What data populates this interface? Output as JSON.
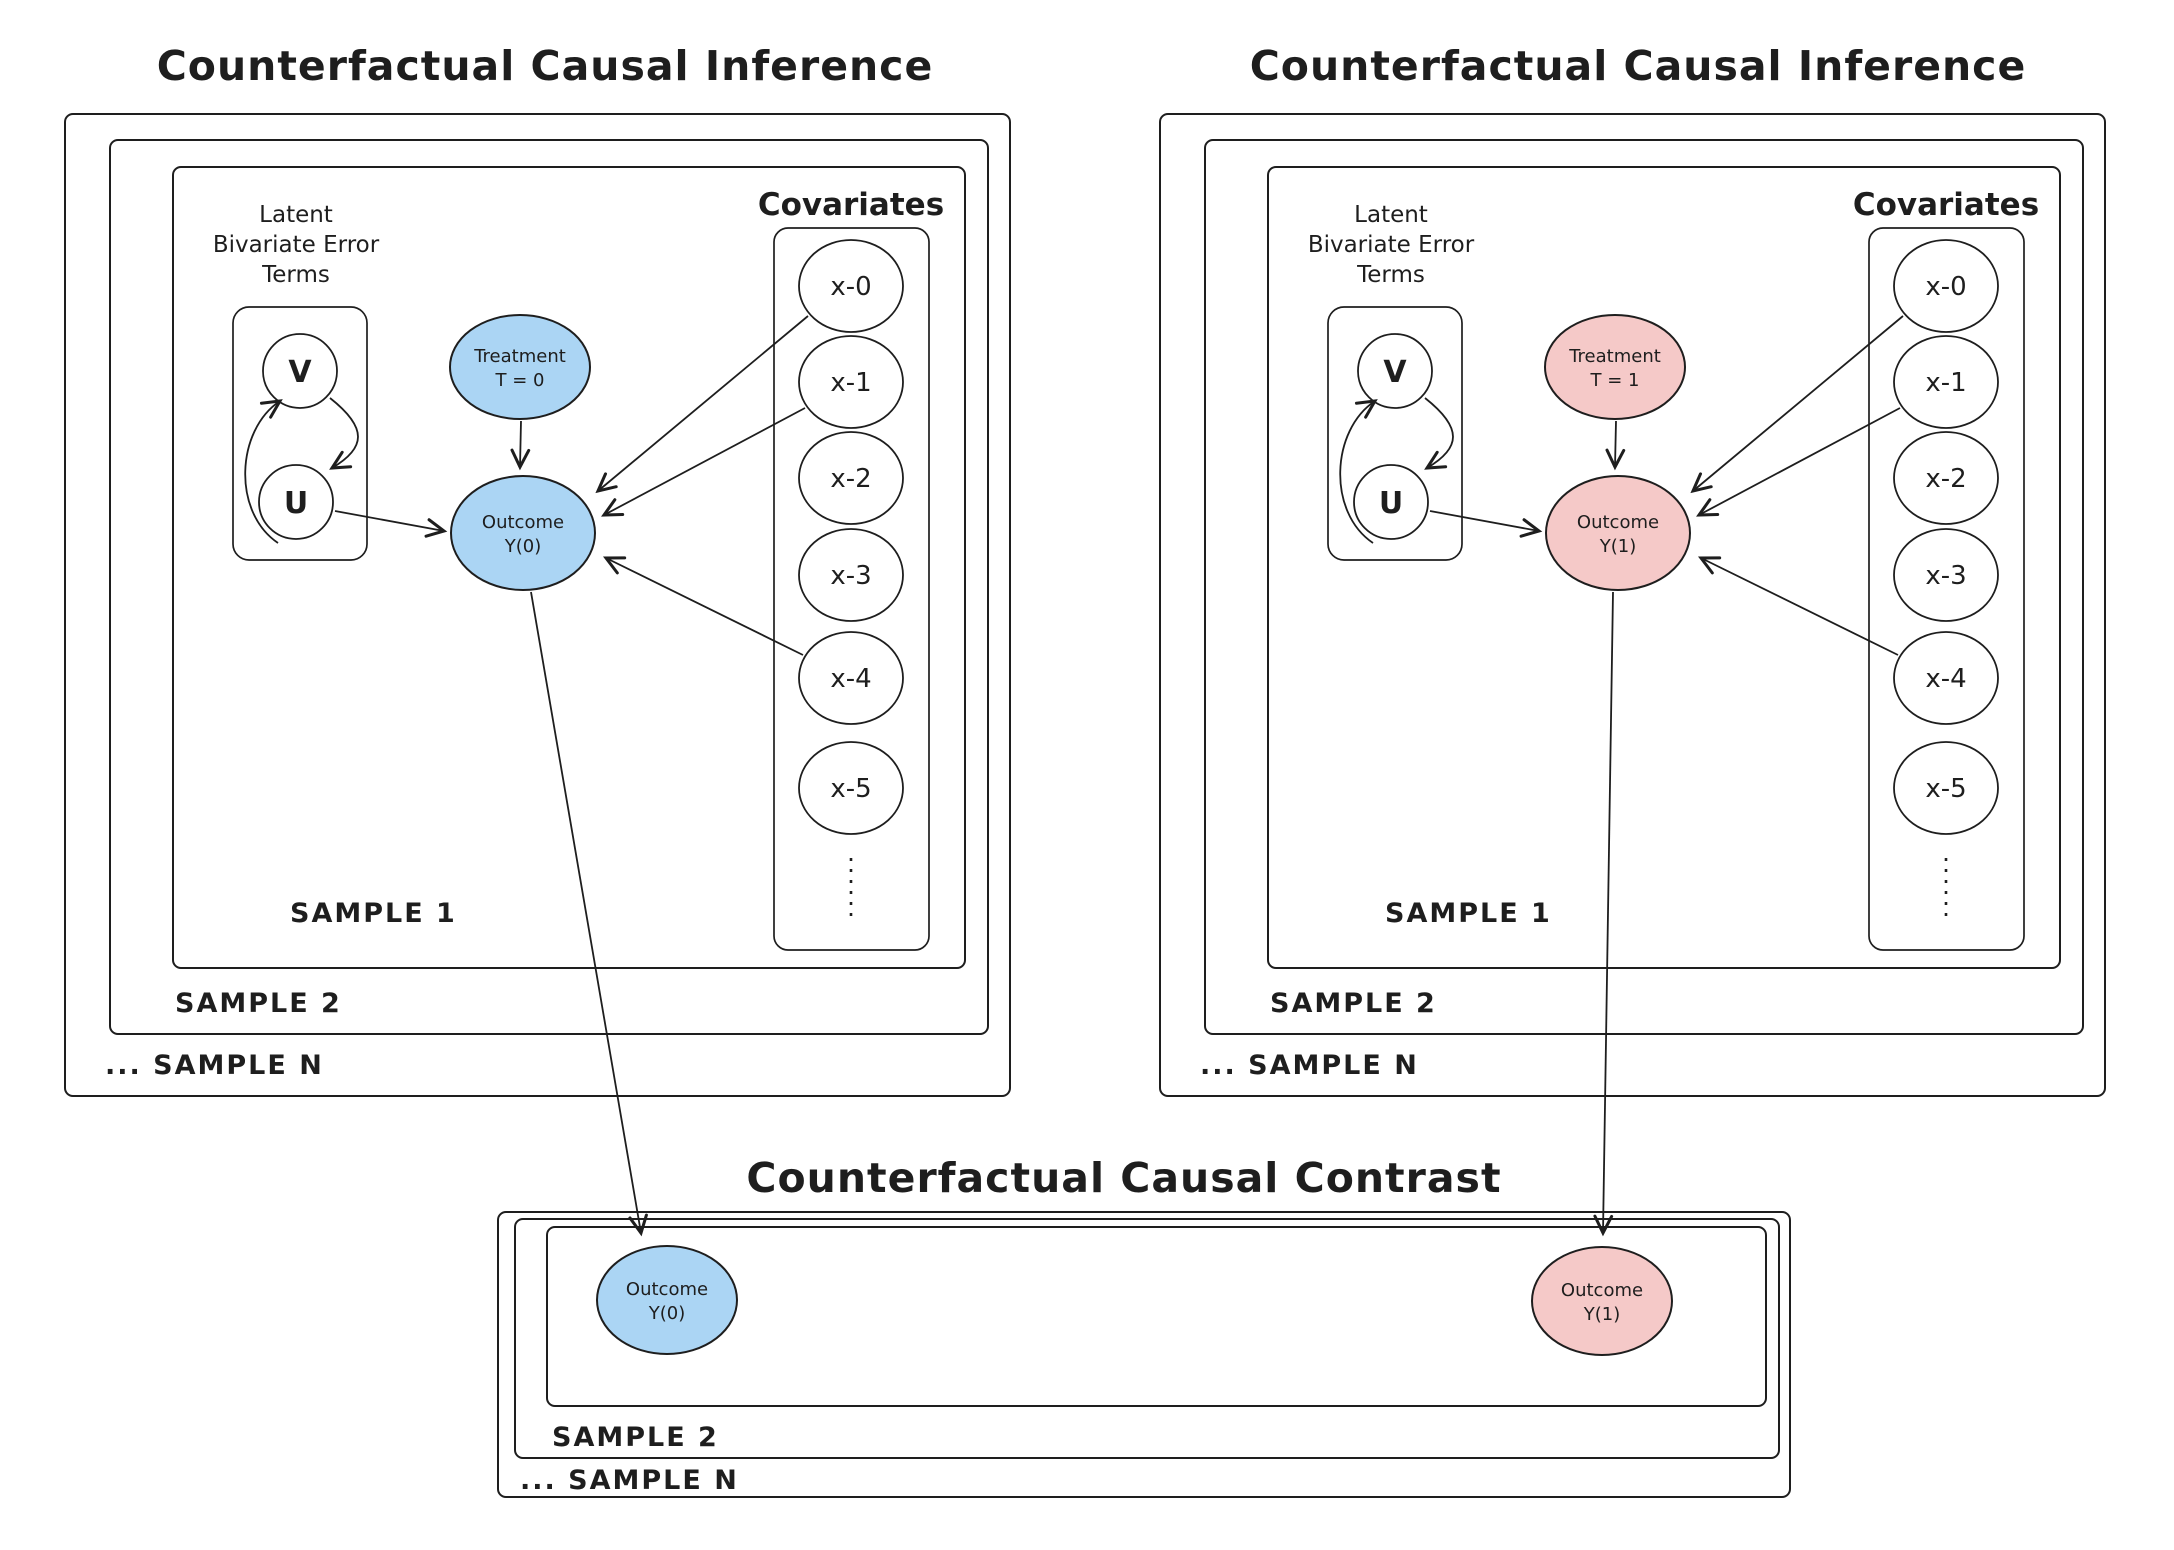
{
  "colors": {
    "stroke": "#1e1e1e",
    "blue_fill": "#abd5f4",
    "pink_fill": "#f5c9c8",
    "background": "#ffffff"
  },
  "left_panel": {
    "title": "Counterfactual Causal Inference",
    "latent_label": [
      "Latent",
      "Bivariate Error",
      "Terms"
    ],
    "v": "V",
    "u": "U",
    "treatment": [
      "Treatment",
      "T = 0"
    ],
    "outcome": [
      "Outcome",
      "Y(0)"
    ],
    "covariates_title": "Covariates",
    "covariates": [
      "x-0",
      "x-1",
      "x-2",
      "x-3",
      "x-4",
      "x-5"
    ],
    "sample1": "SAMPLE 1",
    "sample2": "SAMPLE 2",
    "sampleN": "... SAMPLE N"
  },
  "right_panel": {
    "title": "Counterfactual Causal Inference",
    "latent_label": [
      "Latent",
      "Bivariate Error",
      "Terms"
    ],
    "v": "V",
    "u": "U",
    "treatment": [
      "Treatment",
      "T = 1"
    ],
    "outcome": [
      "Outcome",
      "Y(1)"
    ],
    "covariates_title": "Covariates",
    "covariates": [
      "x-0",
      "x-1",
      "x-2",
      "x-3",
      "x-4",
      "x-5"
    ],
    "sample1": "SAMPLE 1",
    "sample2": "SAMPLE 2",
    "sampleN": "... SAMPLE N"
  },
  "bottom_panel": {
    "title": "Counterfactual Causal Contrast",
    "outcome0": [
      "Outcome",
      "Y(0)"
    ],
    "outcome1": [
      "Outcome",
      "Y(1)"
    ],
    "sample2": "SAMPLE 2",
    "sampleN": "... SAMPLE N"
  }
}
